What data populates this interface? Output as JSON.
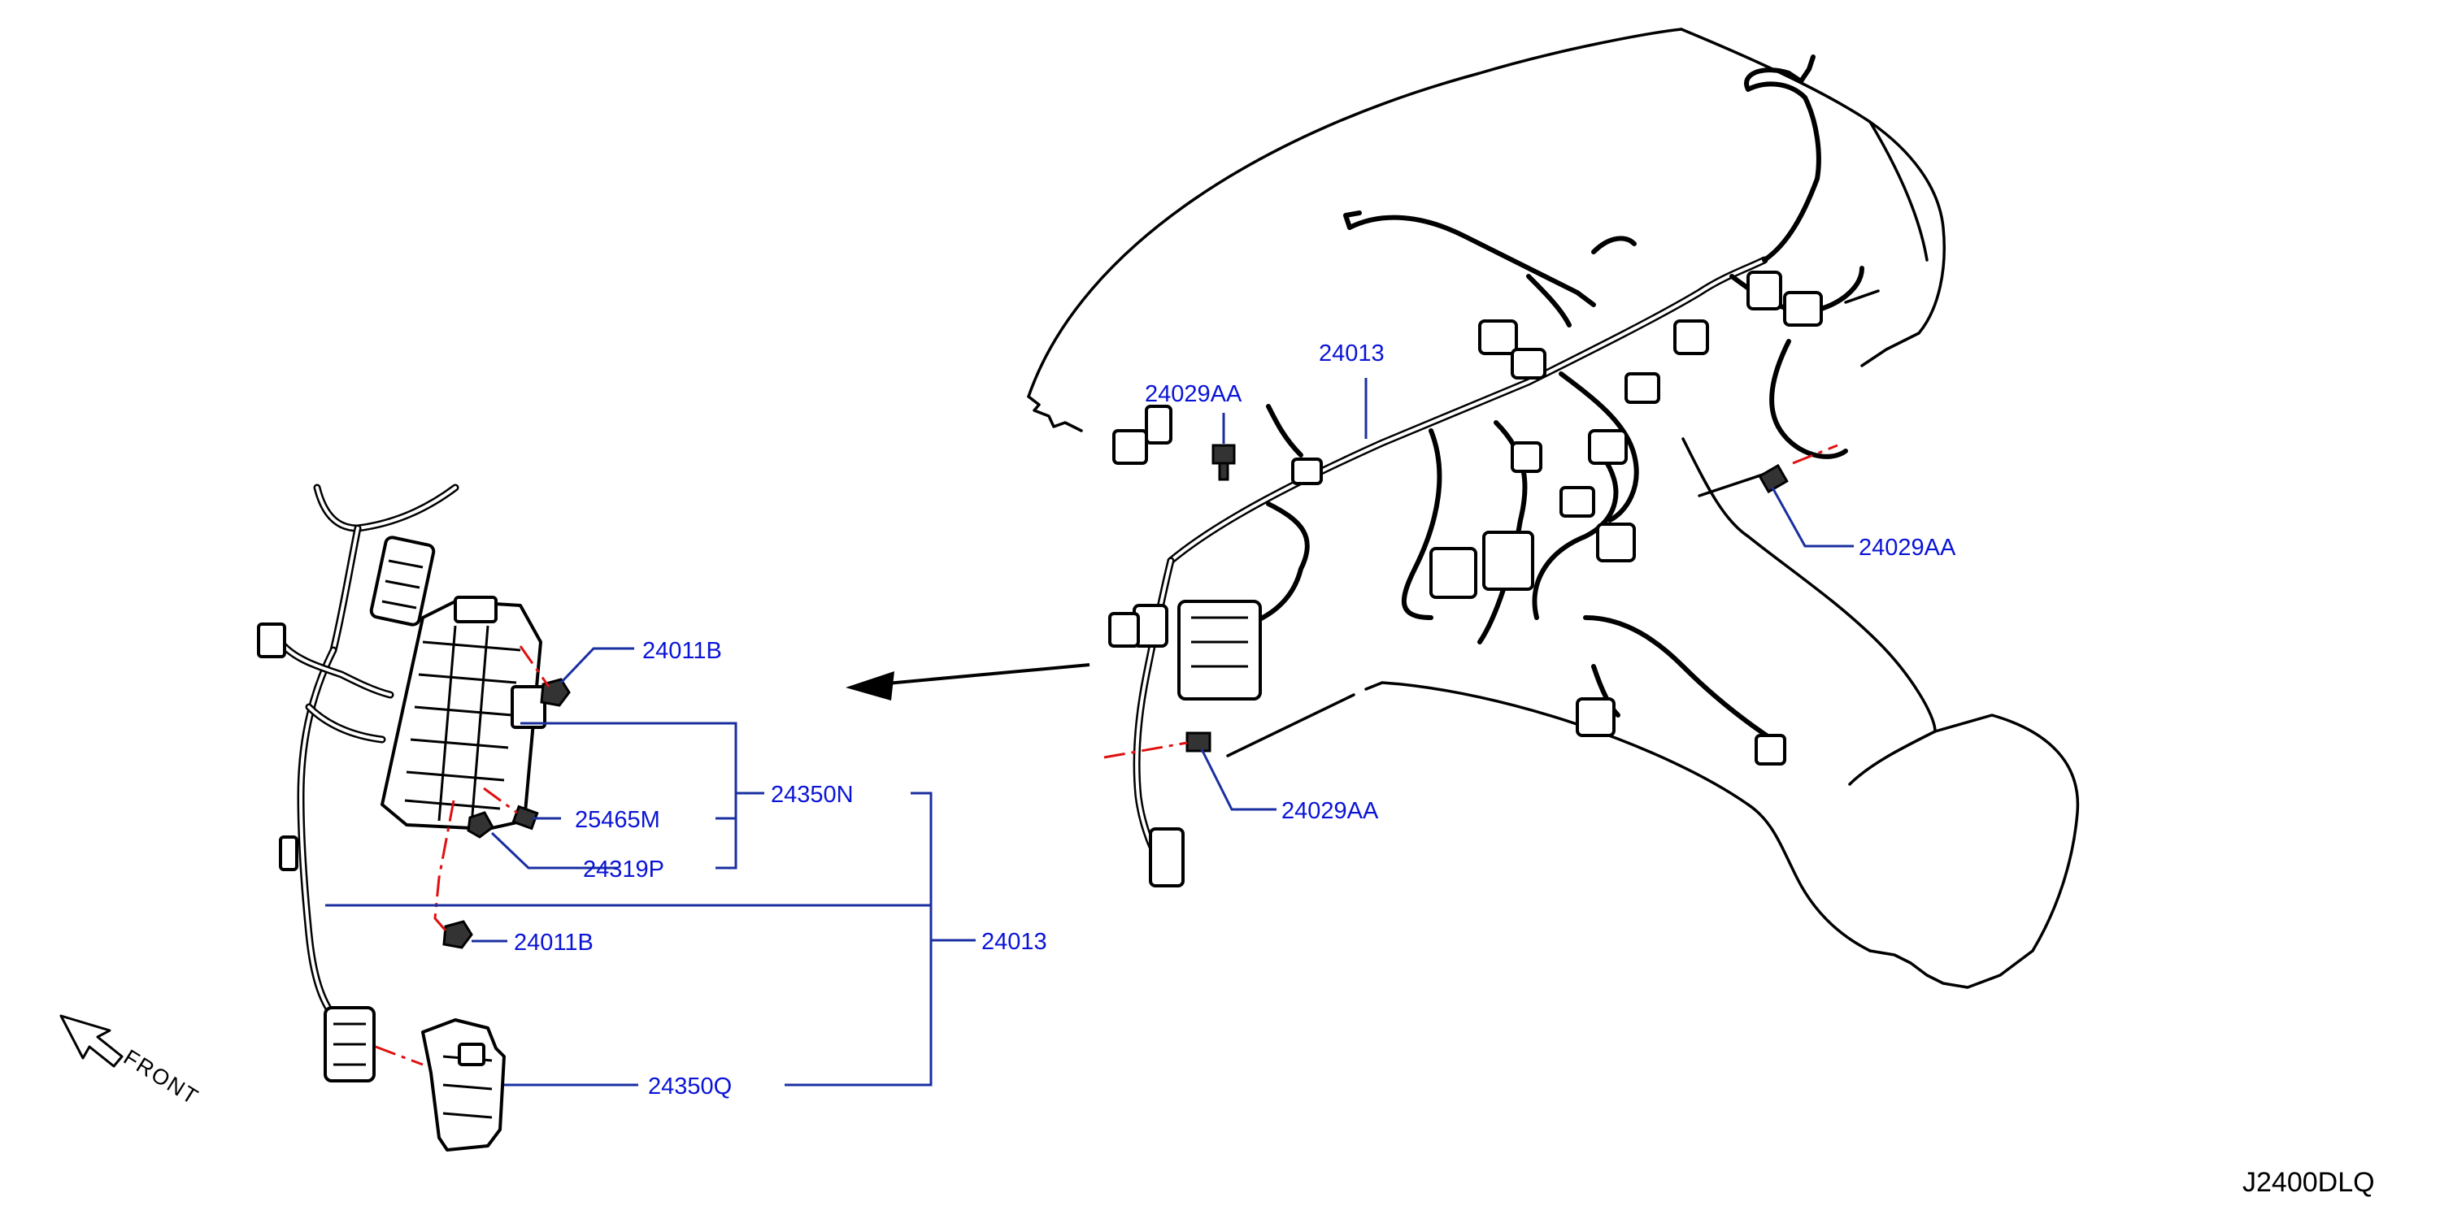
{
  "diagram_code": "J2400DLQ",
  "direction_label": "FRONT",
  "labels": {
    "main_24013": "24013",
    "main_24029AA_top": "24029AA",
    "main_24029AA_right": "24029AA",
    "main_24029AA_bottom": "24029AA",
    "detail_24011B_top": "24011B",
    "detail_24350N": "24350N",
    "detail_25465M": "25465M",
    "detail_24319P": "24319P",
    "detail_24013": "24013",
    "detail_24011B_bottom": "24011B",
    "detail_24350Q": "24350Q"
  }
}
